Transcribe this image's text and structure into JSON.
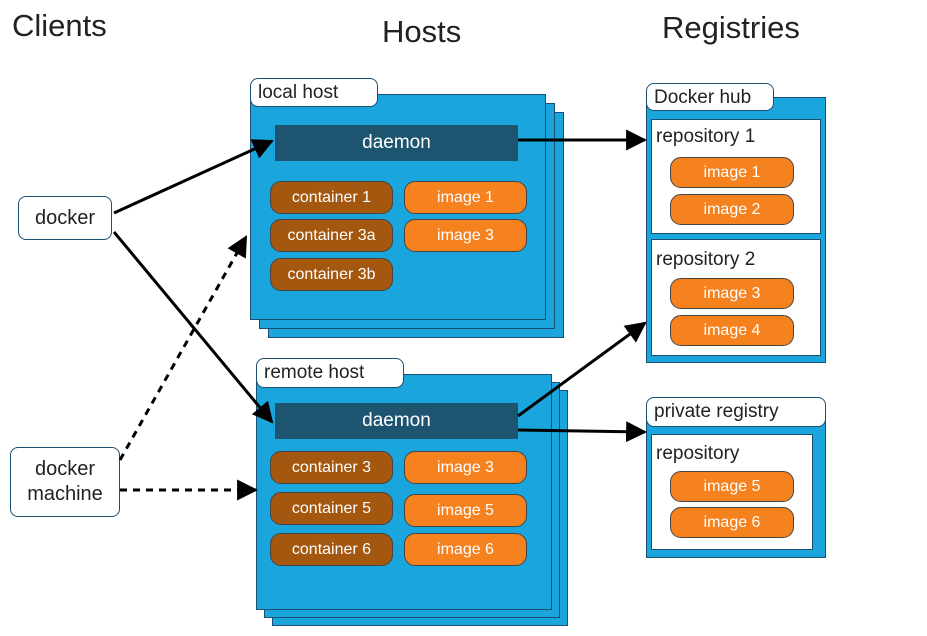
{
  "headings": {
    "clients": "Clients",
    "hosts": "Hosts",
    "registries": "Registries"
  },
  "clients": {
    "docker": "docker",
    "docker_machine_line1": "docker",
    "docker_machine_line2": "machine"
  },
  "local_host": {
    "label": "local host",
    "daemon": "daemon",
    "containers": [
      "container 1",
      "container 3a",
      "container 3b"
    ],
    "images": [
      "image 1",
      "image 3"
    ]
  },
  "remote_host": {
    "label": "remote host",
    "daemon": "daemon",
    "containers": [
      "container 3",
      "container 5",
      "container 6"
    ],
    "images": [
      "image 3",
      "image 5",
      "image 6"
    ]
  },
  "docker_hub": {
    "label": "Docker hub",
    "repositories": [
      {
        "name": "repository 1",
        "images": [
          "image 1",
          "image 2"
        ]
      },
      {
        "name": "repository 2",
        "images": [
          "image 3",
          "image 4"
        ]
      }
    ]
  },
  "private_registry": {
    "label": "private registry",
    "repositories": [
      {
        "name": "repository",
        "images": [
          "image 5",
          "image 6"
        ]
      }
    ]
  },
  "colors": {
    "host_blue": "#1aa6dc",
    "daemon_navy": "#1d5470",
    "container_brown": "#a4570f",
    "image_orange": "#f5821f"
  }
}
